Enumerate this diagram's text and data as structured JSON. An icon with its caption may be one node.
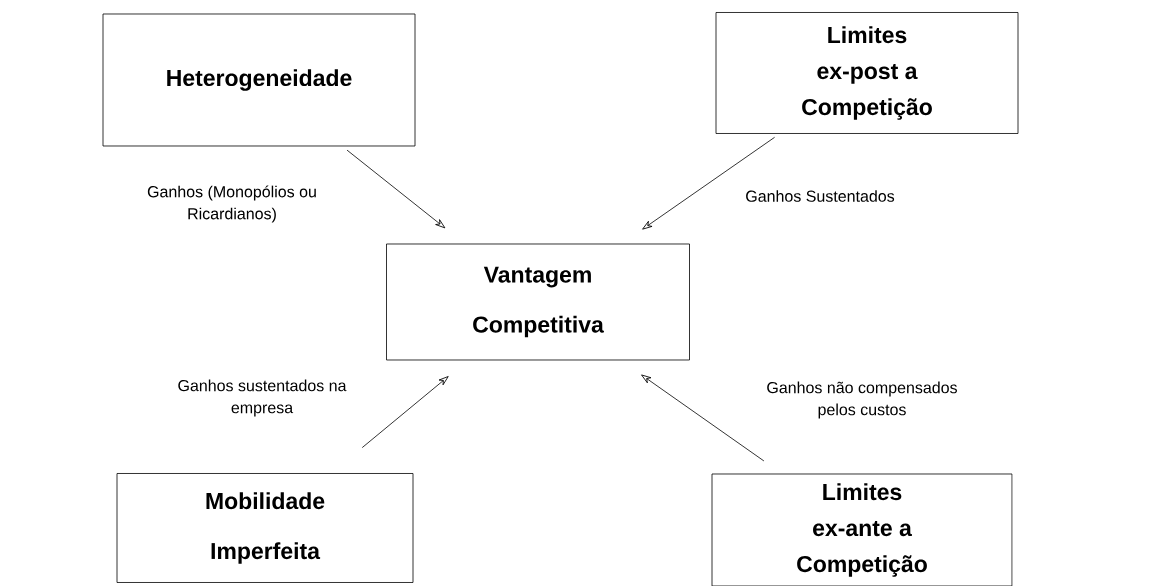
{
  "diagram": {
    "nodes": [
      {
        "text": [
          "Heterogeneidade"
        ]
      },
      {
        "text": [
          "Limites ex-post a Competição"
        ]
      },
      {
        "text": [
          "Vantagem Competitiva"
        ]
      },
      {
        "text": [
          "Mobilidade Imperfeita"
        ]
      },
      {
        "text": [
          "Limites ex-ante a Competição"
        ]
      }
    ],
    "edges": [
      {
        "from": 0,
        "to": 2,
        "arrow": "to",
        "label": "Ganhos (Monopólios ou Ricardianos)"
      },
      {
        "from": 1,
        "to": 2,
        "arrow": "to",
        "label": "Ganhos Sustentados"
      },
      {
        "from": 3,
        "to": 2,
        "arrow": "to",
        "label": "Ganhos sustentados na empresa"
      },
      {
        "from": 4,
        "to": 2,
        "arrow": "to",
        "label": "Ganhos não compensados pelos custos"
      }
    ]
  }
}
